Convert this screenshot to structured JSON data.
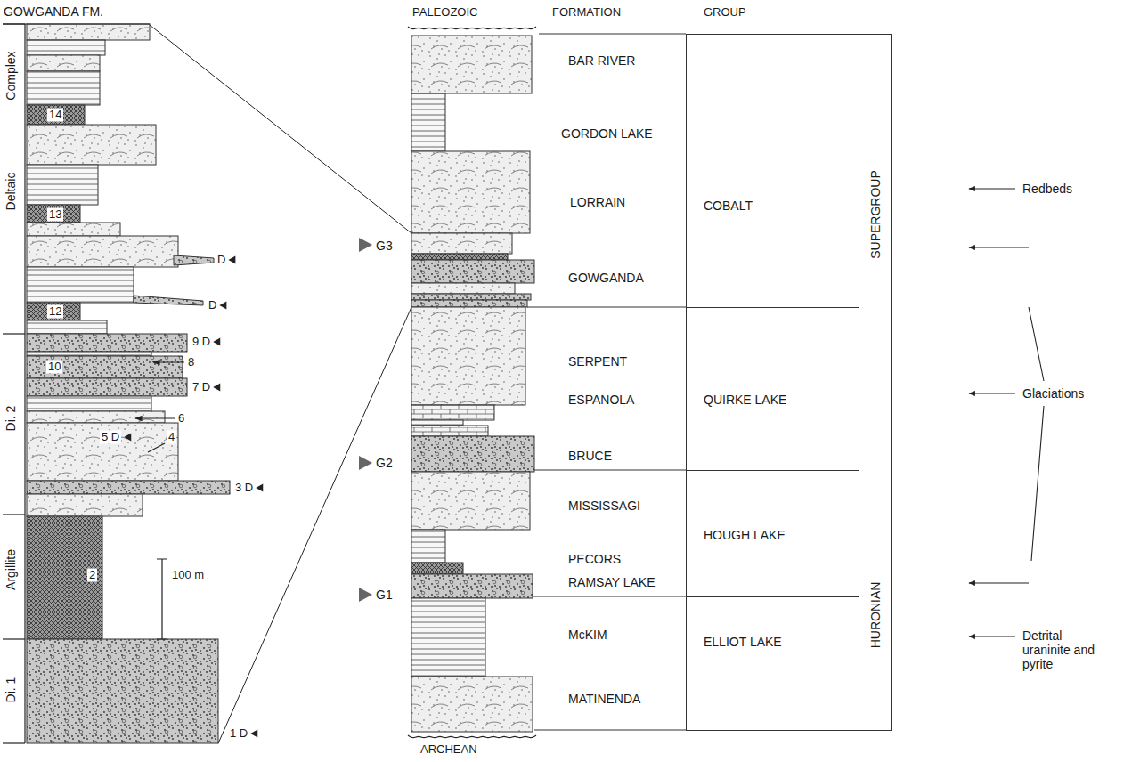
{
  "diagram": {
    "nodes": [
      {
        "text": [
          "COBALT"
        ]
      },
      {
        "text": [
          "QUIRKE LAKE"
        ]
      },
      {
        "text": [
          "HOUGH LAKE"
        ]
      },
      {
        "text": [
          "ELLIOT LAKE"
        ]
      },
      {
        "text": [
          "SUPERGROUP",
          "HURONIAN"
        ]
      }
    ],
    "labels": [
      "GOWGANDA FM.",
      "Complex",
      "14",
      "13",
      "Deltaic",
      "D",
      "12",
      "D",
      "9 D",
      "10",
      "8",
      "7 D",
      "Di. 2",
      "6",
      "5 D",
      "4",
      "3 D",
      "Argillite",
      "2",
      "100 m",
      "Di. 1",
      "1 D",
      "PALEOZOIC",
      "FORMATION",
      "GROUP",
      "BAR RIVER",
      "GORDON LAKE",
      "LORRAIN",
      "G3",
      "GOWGANDA",
      "SERPENT",
      "ESPANOLA",
      "G2",
      "BRUCE",
      "MISSISSAGI",
      "PECORS",
      "G1",
      "RAMSAY LAKE",
      "McKIM",
      "MATINENDA",
      "ARCHEAN",
      "Redbeds",
      "Glaciations",
      "Detrital uraninite and pyrite"
    ]
  }
}
